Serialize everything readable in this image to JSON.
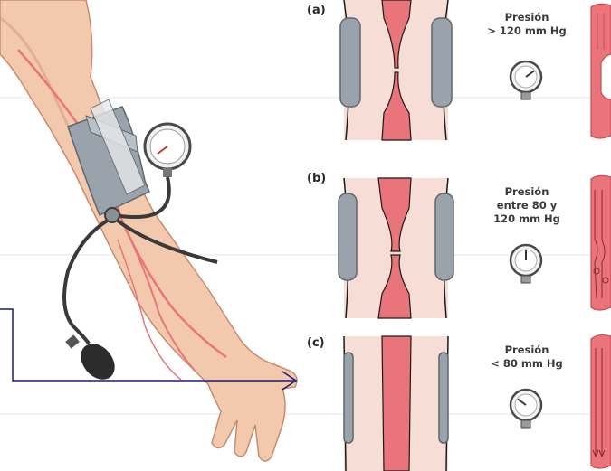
{
  "colors": {
    "skin": "#f2c9ad",
    "skin_shadow": "#d89c7e",
    "vessel": "#e9747a",
    "vessel_dark": "#c94a55",
    "tissue": "#f6ddd6",
    "cuff": "#9aa3ab",
    "cuff_dark": "#5f676e",
    "arrow": "#1a1a7a",
    "guide_line": "#e4e6ee"
  },
  "icons": [
    "sphygmomanometer-gauge-icon",
    "pressure-gauge-icon",
    "inflation-bulb-icon",
    "arrow-icon"
  ],
  "panels": [
    {
      "label": "(a)",
      "caption_lines": [
        "Presión",
        "> 120 mm Hg"
      ],
      "gauge_reading": 0.7,
      "flow": "blocked"
    },
    {
      "label": "(b)",
      "caption_lines": [
        "Presión",
        "entre 80 y",
        "120 mm Hg"
      ],
      "gauge_reading": 0.5,
      "flow": "turbulent"
    },
    {
      "label": "(c)",
      "caption_lines": [
        "Presión",
        "< 80 mm Hg"
      ],
      "gauge_reading": 0.3,
      "flow": "laminar"
    }
  ]
}
